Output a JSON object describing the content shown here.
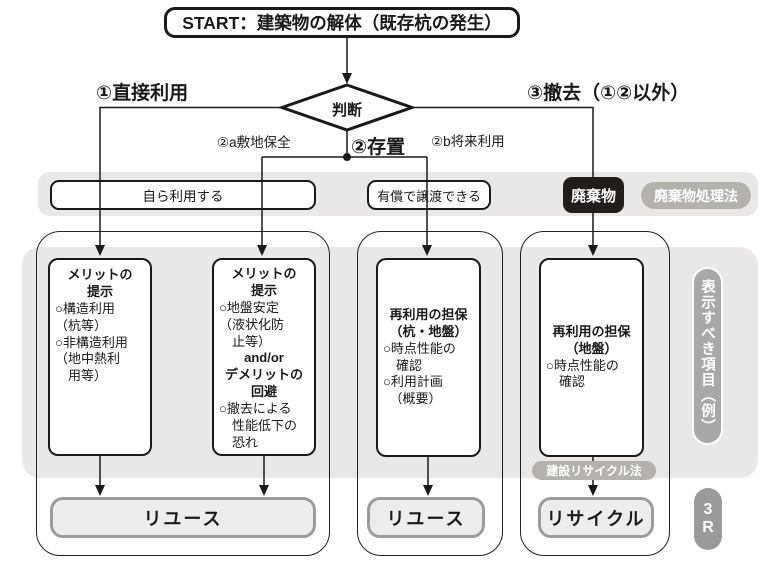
{
  "start": {
    "label": "START：建築物の解体（既存杭の発生）"
  },
  "decision": {
    "label": "判断"
  },
  "branches": {
    "direct_use": "①直接利用",
    "leave_in_place": "②存置",
    "site_preservation": "②a敷地保全",
    "future_use": "②b将来利用",
    "removal": "③撤去（①②以外）"
  },
  "row": {
    "self_use": "自ら利用する",
    "paid_transfer": "有償で譲渡できる",
    "waste": "廃棄物",
    "waste_law": "廃棄物処理法"
  },
  "boxes": {
    "merit1": {
      "title": "メリットの\n提示",
      "body": "○構造利用\n（杭等）\n○非構造利用\n（地中熱利\n　用等）"
    },
    "merit2": {
      "title": "メリットの\n提示",
      "body": "○地盤安定\n（液状化防\n　止等）",
      "middle": "and/or",
      "title2": "デメリットの\n回避",
      "body2": "○撤去による\n　性能低下の\n　恐れ"
    },
    "secure1": {
      "title": "再利用の担保\n（杭・地盤）",
      "body": "○時点性能の\n　確認\n○利用計画\n　（概要）"
    },
    "secure2": {
      "title": "再利用の担保\n（地盤）",
      "body": "○時点性能の\n　確認"
    }
  },
  "outcomes": {
    "reuse1": "リユース",
    "reuse2": "リユース",
    "recycle": "リサイクル"
  },
  "side": {
    "recycle_law": "建設リサイクル法",
    "items_to_display": "表示すべき項目（例）",
    "three_r": "3\nR"
  },
  "colors": {
    "band": "#e9e8e6",
    "line": "#1a1a1a",
    "waste_bg": "#211d1a",
    "pill_bg": "#b5b2ae",
    "button_border": "#9c9c9c",
    "button_bg": "#eeedeb",
    "side_pill_bg": "#a9a8a6"
  }
}
